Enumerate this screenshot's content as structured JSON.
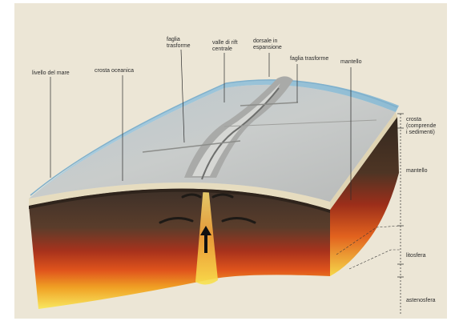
{
  "labels": {
    "sea_level": "livello del mare",
    "oceanic_crust": "crosta oceanica",
    "transform_fault_1": "faglia\ntrasforme",
    "central_rift_valley": "valle di rift\ncentrale",
    "spreading_ridge": "dorsale in\nespansione",
    "transform_fault_2": "faglia trasforme",
    "mantle_top": "mantello",
    "crust_incl_sediments": "crosta\n(comprende\ni sedimenti)",
    "mantle_side": "mantello",
    "lithosphere": "litosfera",
    "asthenosphere": "astenosfera"
  },
  "colors": {
    "sea": "#9fc6dc",
    "seafloor": "#c2c5c5",
    "crust_band": "#e5dcc0",
    "mantle_dark": "#4a3a2e",
    "mantle_red": "#c6381f",
    "magma_orange": "#ef8a1c",
    "magma_yellow": "#f6e04e",
    "leader_line": "#2b2b2b"
  }
}
